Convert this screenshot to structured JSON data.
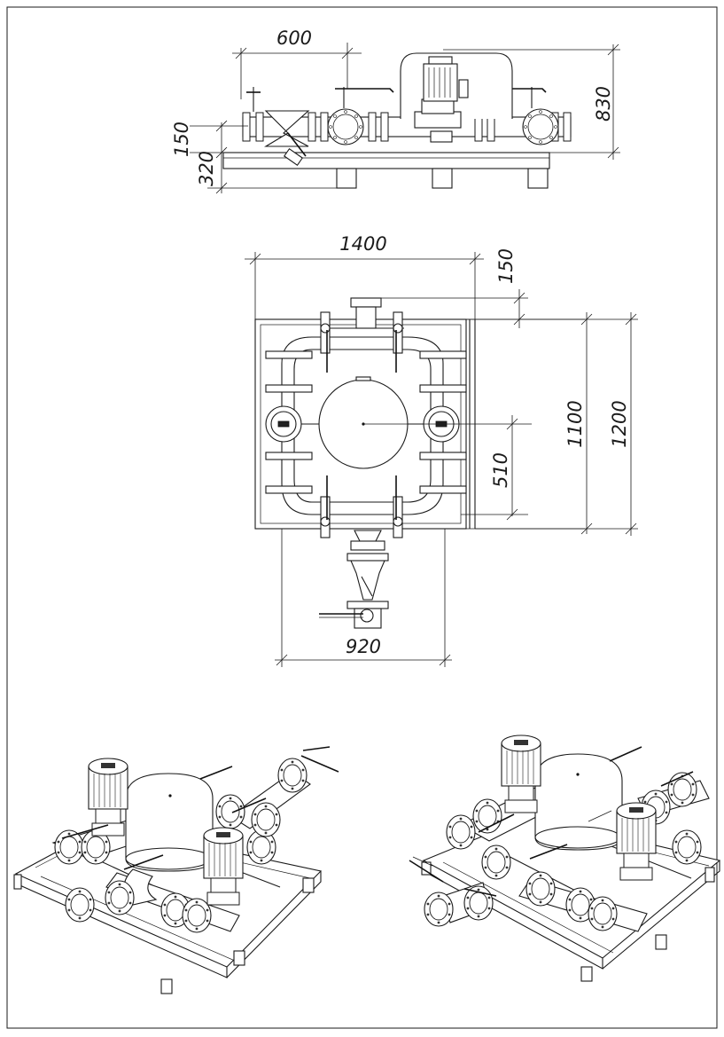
{
  "drawing": {
    "front_view": {
      "dims": {
        "width_top": "600",
        "height_total": "830",
        "pipe_height": "150",
        "base_height": "320"
      }
    },
    "plan_view": {
      "dims": {
        "overall_width": "1400",
        "offset": "150",
        "depth_inner": "1100",
        "depth_outer": "1200",
        "axis_offset": "510",
        "frame_width": "920"
      }
    },
    "iso_views": {
      "left": "isometric-view-left",
      "right": "isometric-view-right"
    }
  }
}
